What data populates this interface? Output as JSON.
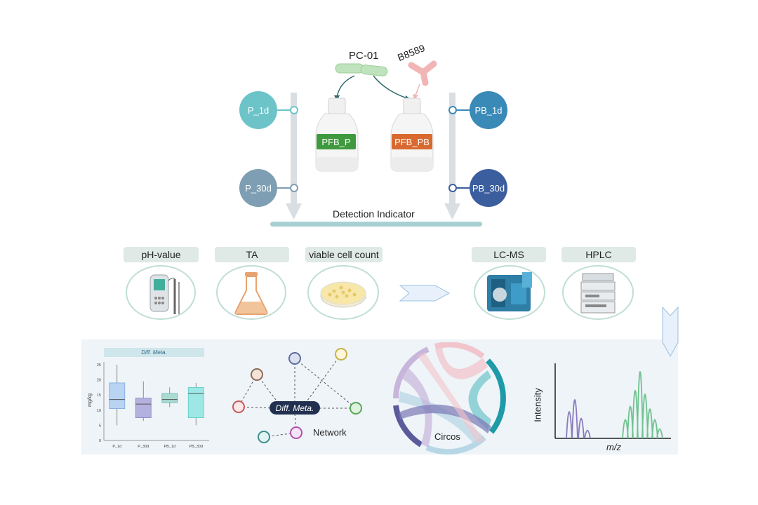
{
  "top": {
    "strain_left": "PC-01",
    "strain_right": "B8589",
    "bottle_left": "PFB_P",
    "bottle_right": "PFB_PB",
    "p1": "P_1d",
    "p30": "P_30d",
    "pb1": "PB_1d",
    "pb30": "PB_30d",
    "detection": "Detection Indicator"
  },
  "indicators": [
    "pH-value",
    "TA",
    "viable cell count"
  ],
  "instruments": [
    "LC-MS",
    "HPLC"
  ],
  "boxplot": {
    "title": "Diff. Meta.",
    "ylabel": "mg/kg",
    "yticks": [
      "0",
      "5",
      "10",
      "15",
      "20",
      "25"
    ],
    "categories": [
      "P_1d",
      "P_30d",
      "PB_1d",
      "PB_30d"
    ]
  },
  "network": {
    "center": "Diff. Meta.",
    "label": "Network"
  },
  "circos": {
    "label": "Circos"
  },
  "spectrum": {
    "ylabel": "Intensity",
    "xlabel": "m/z"
  },
  "colors": {
    "p1": "#6cc4c9",
    "p30": "#7e9fb3",
    "pb1": "#3a8ab8",
    "pb30": "#3b5e9e",
    "bottle_green": "#3f9a3f",
    "bottle_orange": "#d96a2f",
    "panel": "#eef4f8"
  },
  "chart_data": {
    "type": "box",
    "title": "Diff. Meta.",
    "ylabel": "mg/kg",
    "ylim": [
      0,
      25
    ],
    "categories": [
      "P_1d",
      "P_30d",
      "PB_1d",
      "PB_30d"
    ],
    "series": [
      {
        "min": 5,
        "q1": 10.5,
        "median": 13.5,
        "q3": 19,
        "max": 25
      },
      {
        "min": 6.5,
        "q1": 7.5,
        "median": 12,
        "q3": 14,
        "max": 19.5
      },
      {
        "min": 11,
        "q1": 12.5,
        "median": 13.5,
        "q3": 15.5,
        "max": 17.5
      },
      {
        "min": 5,
        "q1": 7.5,
        "median": 15.5,
        "q3": 17.5,
        "max": 19
      }
    ]
  }
}
